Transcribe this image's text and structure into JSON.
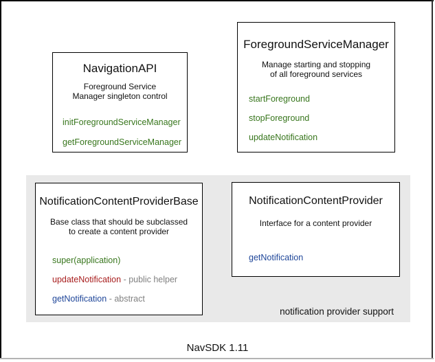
{
  "colors": {
    "method_green": "#38761d",
    "method_red": "#a81e1e",
    "method_blue": "#1f4699",
    "annotation_gray": "#808080",
    "region_background": "#e9e9e9",
    "box_border": "#000000"
  },
  "boxes": {
    "navigation_api": {
      "title": "NavigationAPI",
      "description": [
        "Foreground Service",
        "Manager singleton control"
      ],
      "methods": [
        {
          "name": "initForegroundServiceManager"
        },
        {
          "name": "getForegroundServiceManager"
        }
      ]
    },
    "foreground_service_manager": {
      "title": "ForegroundServiceManager",
      "description": [
        "Manage starting and stopping",
        "of all foreground services"
      ],
      "methods": [
        {
          "name": "startForeground"
        },
        {
          "name": "stopForeground"
        },
        {
          "name": "updateNotification"
        }
      ]
    },
    "notification_content_provider_base": {
      "title": "NotificationContentProviderBase",
      "description": [
        "Base class that should be subclassed",
        "to create a content provider"
      ],
      "methods": [
        {
          "name": "super(application)",
          "annotation": ""
        },
        {
          "name": "updateNotification",
          "annotation": "- public helper"
        },
        {
          "name": "getNotification",
          "annotation": "- abstract"
        }
      ]
    },
    "notification_content_provider": {
      "title": "NotificationContentProvider",
      "description": [
        "Interface for a content provider"
      ],
      "methods": [
        {
          "name": "getNotification"
        }
      ]
    }
  },
  "region": {
    "label": "notification provider support"
  },
  "caption": "NavSDK 1.11"
}
